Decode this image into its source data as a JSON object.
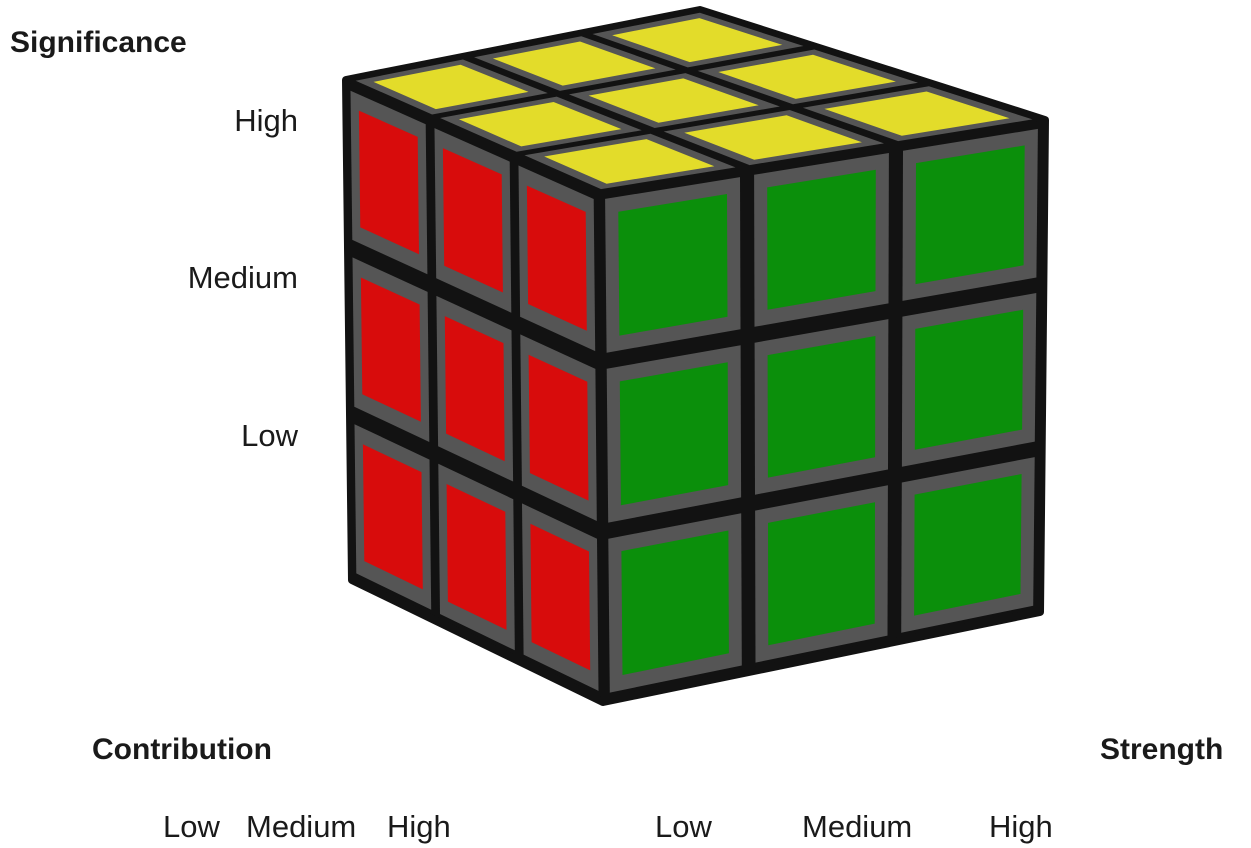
{
  "axes": {
    "significance": {
      "title": "Significance",
      "levels": [
        "High",
        "Medium",
        "Low"
      ]
    },
    "contribution": {
      "title": "Contribution",
      "levels": [
        "Low",
        "Medium",
        "High"
      ]
    },
    "strength": {
      "title": "Strength",
      "levels": [
        "Low",
        "Medium",
        "High"
      ]
    }
  },
  "cube": {
    "grid": 3,
    "face_colors": {
      "top": "#e3dc2a",
      "left": "#d80c0c",
      "front": "#0b8f0b",
      "frame": "#121212",
      "edge": "#555555"
    }
  }
}
